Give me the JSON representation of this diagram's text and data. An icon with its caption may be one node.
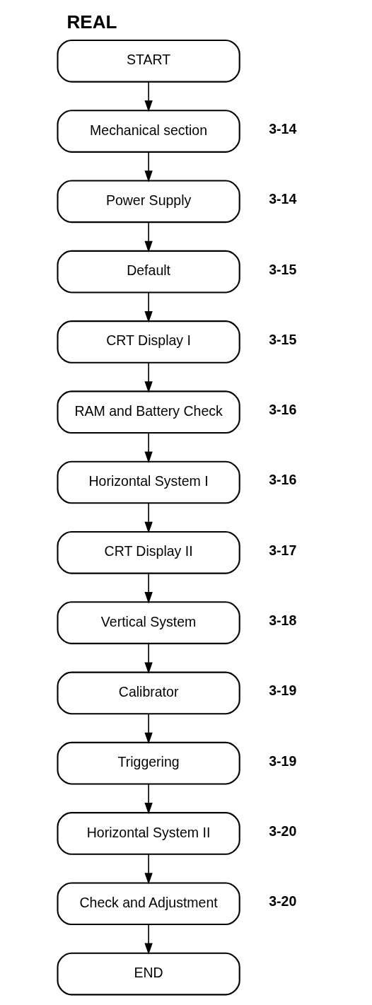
{
  "diagram": {
    "title": "REAL",
    "nodes": [
      {
        "text": [
          "START"
        ]
      },
      {
        "text": [
          "Mechanical section"
        ],
        "beside": [
          "3-14"
        ]
      },
      {
        "text": [
          "Power Supply"
        ],
        "beside": [
          "3-14"
        ]
      },
      {
        "text": [
          "Default"
        ],
        "beside": [
          "3-15"
        ]
      },
      {
        "text": [
          "CRT Display I"
        ],
        "beside": [
          "3-15"
        ]
      },
      {
        "text": [
          "RAM and Battery Check"
        ],
        "beside": [
          "3-16"
        ]
      },
      {
        "text": [
          "Horizontal System I"
        ],
        "beside": [
          "3-16"
        ]
      },
      {
        "text": [
          "CRT Display II"
        ],
        "beside": [
          "3-17"
        ]
      },
      {
        "text": [
          "Vertical System"
        ],
        "beside": [
          "3-18"
        ]
      },
      {
        "text": [
          "Calibrator"
        ],
        "beside": [
          "3-19"
        ]
      },
      {
        "text": [
          "Triggering"
        ],
        "beside": [
          "3-19"
        ]
      },
      {
        "text": [
          "Horizontal System II"
        ],
        "beside": [
          "3-20"
        ]
      },
      {
        "text": [
          "Check and Adjustment"
        ],
        "beside": [
          "3-20"
        ]
      },
      {
        "text": [
          "END"
        ]
      }
    ],
    "edges": [
      {
        "from": 0,
        "to": 1,
        "arrow": "to"
      },
      {
        "from": 1,
        "to": 2,
        "arrow": "to"
      },
      {
        "from": 2,
        "to": 3,
        "arrow": "to"
      },
      {
        "from": 3,
        "to": 4,
        "arrow": "to"
      },
      {
        "from": 4,
        "to": 5,
        "arrow": "to"
      },
      {
        "from": 5,
        "to": 6,
        "arrow": "to"
      },
      {
        "from": 6,
        "to": 7,
        "arrow": "to"
      },
      {
        "from": 7,
        "to": 8,
        "arrow": "to"
      },
      {
        "from": 8,
        "to": 9,
        "arrow": "to"
      },
      {
        "from": 9,
        "to": 10,
        "arrow": "to"
      },
      {
        "from": 10,
        "to": 11,
        "arrow": "to"
      },
      {
        "from": 11,
        "to": 12,
        "arrow": "to"
      },
      {
        "from": 12,
        "to": 13,
        "arrow": "to"
      }
    ]
  }
}
